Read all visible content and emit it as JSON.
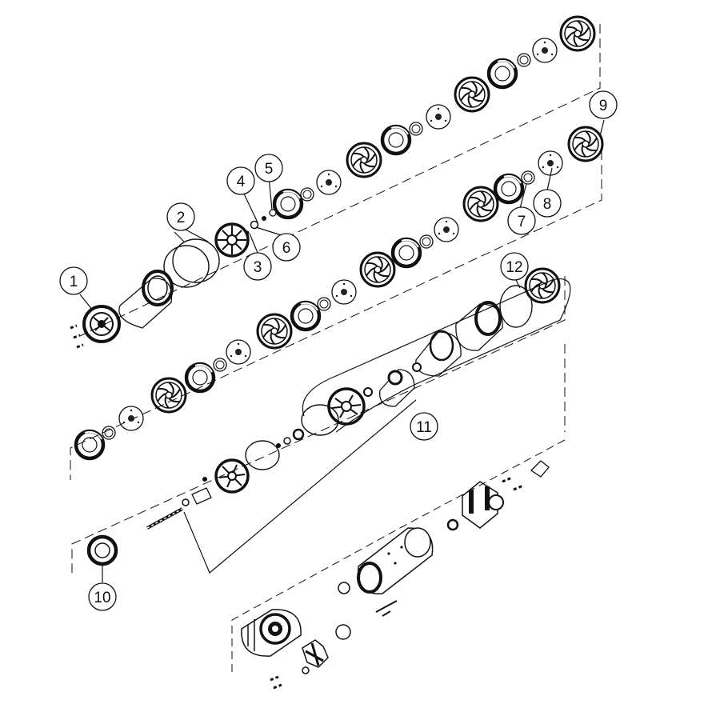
{
  "diagram": {
    "type": "exploded-parts-view",
    "colors": {
      "ink": "#111111",
      "paper": "#ffffff"
    },
    "callouts": [
      {
        "id": "c1",
        "label": "1"
      },
      {
        "id": "c2",
        "label": "2"
      },
      {
        "id": "c3",
        "label": "3"
      },
      {
        "id": "c4",
        "label": "4"
      },
      {
        "id": "c5",
        "label": "5"
      },
      {
        "id": "c6",
        "label": "6"
      },
      {
        "id": "c7",
        "label": "7"
      },
      {
        "id": "c8",
        "label": "8"
      },
      {
        "id": "c9",
        "label": "9"
      },
      {
        "id": "c10",
        "label": "10"
      },
      {
        "id": "c11",
        "label": "11"
      },
      {
        "id": "c12",
        "label": "12"
      }
    ]
  }
}
